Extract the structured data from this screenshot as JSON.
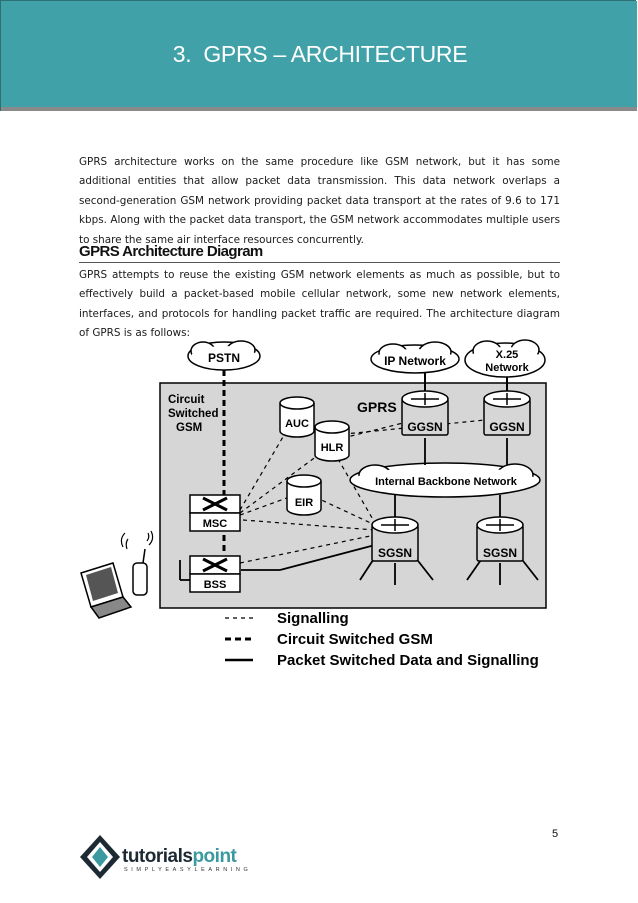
{
  "header": {
    "chapter_number": "3.",
    "chapter_title": "GPRS – ARCHITECTURE"
  },
  "intro_paragraph": "GPRS architecture works on the same procedure like GSM network, but it has some additional entities that allow packet data transmission. This data network overlaps a second-generation GSM network providing packet data transport at the rates of 9.6 to 171 kbps. Along with the packet data transport, the GSM network accommodates multiple users to share the same air interface resources concurrently.",
  "section": {
    "heading": "GPRS Architecture Diagram",
    "paragraph": "GPRS attempts to reuse the existing GSM network elements as much as possible, but to effectively build a packet-based mobile cellular network, some new network elements, interfaces, and protocols for handling packet traffic are required. The architecture diagram of GPRS is as follows:"
  },
  "diagram": {
    "clouds": {
      "pstn": "PSTN",
      "ip_network": "IP Network",
      "x25_line1": "X.25",
      "x25_line2": "Network"
    },
    "area_labels": {
      "circuit_line1": "Circuit",
      "circuit_line2": "Switched",
      "circuit_line3": "GSM",
      "gprs": "GPRS"
    },
    "nodes": {
      "auc": "AUC",
      "hlr": "HLR",
      "eir": "EIR",
      "msc": "MSC",
      "bss": "BSS",
      "ggsn": "GGSN",
      "sgsn": "SGSN",
      "backbone": "Internal Backbone Network"
    },
    "legend": {
      "signalling": "Signalling",
      "circuit": "Circuit Switched GSM",
      "packet": "Packet Switched Data and Signalling"
    }
  },
  "footer": {
    "page_number": "5",
    "logo_word_a": "tutorials",
    "logo_word_b": "point",
    "logo_tagline": "SIMPLYEASYLEARNING"
  }
}
